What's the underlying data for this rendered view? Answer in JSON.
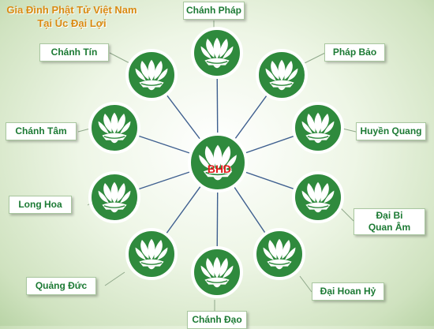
{
  "title_line1": "Gia Đình Phật Tử Việt Nam",
  "title_line2": "Tại Úc Đại Lợi",
  "center_label": "BHD",
  "colors": {
    "emblem_green": "#2f8a3d",
    "ring": "#ffffff",
    "spoke": "#3e5f8f",
    "label_text": "#1c7a34",
    "title": "#d98a12",
    "center_text": "#e21a1a"
  },
  "icon": "lotus-icon",
  "units": [
    {
      "name": "Chánh Pháp"
    },
    {
      "name": "Pháp Bảo"
    },
    {
      "name": "Huyền Quang"
    },
    {
      "name_line1": "Đại Bi",
      "name_line2": "Quan Âm"
    },
    {
      "name": "Đại Hoan Hỷ"
    },
    {
      "name": "Chánh Đạo"
    },
    {
      "name": "Quảng Đức"
    },
    {
      "name": "Long Hoa"
    },
    {
      "name": "Chánh Tâm"
    },
    {
      "name": "Chánh Tín"
    }
  ]
}
